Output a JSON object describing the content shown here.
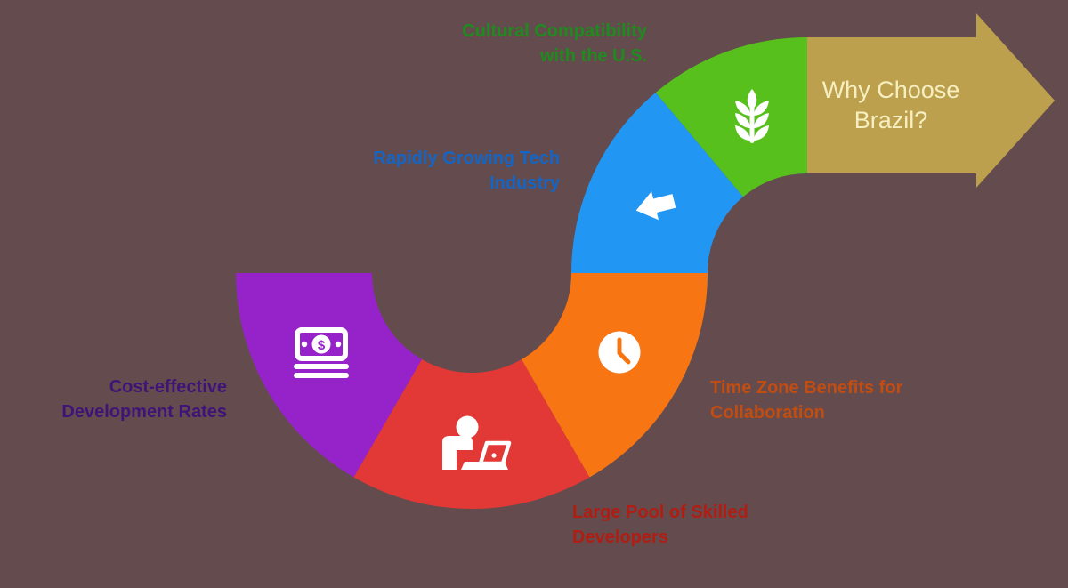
{
  "background_color": "#644b4d",
  "title": {
    "line1": "Why Choose",
    "line2": "Brazil?",
    "color": "#f6efc2",
    "arrow_color": "#bda04d"
  },
  "segments": {
    "cost": {
      "line1": "Cost-effective",
      "line2": "Development Rates",
      "color": "#9623c9",
      "text_color": "#3f1478",
      "icon": "money-icon"
    },
    "developers": {
      "line1": "Large Pool of Skilled",
      "line2": "Developers",
      "color": "#e23936",
      "text_color": "#b01d13",
      "icon": "person-laptop-icon"
    },
    "timezone": {
      "line1": "Time Zone Benefits for",
      "line2": "Collaboration",
      "color": "#f87513",
      "text_color": "#c14d12",
      "icon": "clock-icon"
    },
    "tech": {
      "line1": "Rapidly Growing Tech",
      "line2": "Industry",
      "color": "#2196f3",
      "text_color": "#1565c4",
      "icon": "left-arrow-icon"
    },
    "culture": {
      "line1": "Cultural Compatibility",
      "line2": "with the U.S.",
      "color": "#58c01d",
      "text_color": "#1f8b1f",
      "icon": "wheat-icon"
    }
  },
  "icons": {
    "dollar_glyph": "$"
  }
}
